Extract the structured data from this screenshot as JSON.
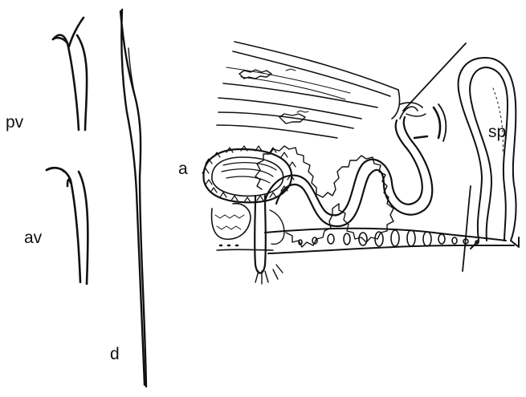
{
  "labels": {
    "pv": "pv",
    "av": "av",
    "d": "d",
    "a": "a",
    "sp": "sp"
  },
  "colors": {
    "ink": "#111111",
    "background": "#ffffff"
  }
}
